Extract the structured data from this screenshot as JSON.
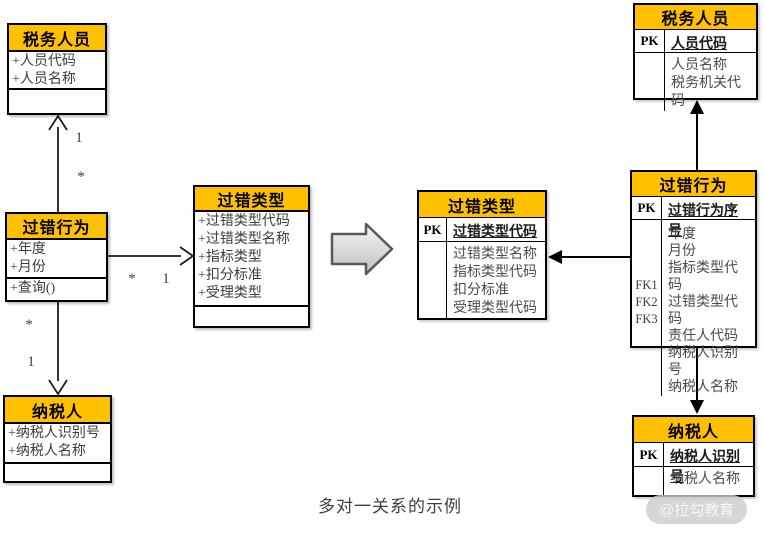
{
  "caption": "多对一关系的示例",
  "watermark": "@拉勾教育",
  "colors": {
    "header_fill": "#FFC000",
    "border": "#000000",
    "body_text": "#4a4a4a",
    "big_arrow_fill": "#e0e0e0"
  },
  "uml_classes": [
    {
      "title": "税务人员",
      "attributes": [
        "+人员代码",
        "+人员名称"
      ],
      "operations": []
    },
    {
      "title": "过错行为",
      "attributes": [
        "+年度",
        "+月份"
      ],
      "operations": [
        "+查询()"
      ]
    },
    {
      "title": "纳税人",
      "attributes": [
        "+纳税人识别号",
        "+纳税人名称"
      ],
      "operations": []
    },
    {
      "title": "过错类型",
      "attributes": [
        "+过错类型代码",
        "+过错类型名称",
        "+指标类型",
        "+扣分标准",
        "+受理类型"
      ],
      "operations": []
    }
  ],
  "associations": [
    {
      "id": "fault-behavior-to-tax-officer",
      "labels": [
        "1",
        "*"
      ]
    },
    {
      "id": "fault-behavior-to-fault-type",
      "labels": [
        "*",
        "1"
      ]
    },
    {
      "id": "fault-behavior-to-taxpayer",
      "labels": [
        "*",
        "1"
      ]
    }
  ],
  "er_tables": [
    {
      "title": "税务人员",
      "key_header": "PK",
      "primary_key": "人员代码",
      "rows": [
        {
          "key": "",
          "name": "人员名称"
        },
        {
          "key": "",
          "name": "税务机关代码"
        }
      ]
    },
    {
      "title": "过错行为",
      "key_header": "PK",
      "primary_key": "过错行为序号",
      "rows": [
        {
          "key": "",
          "name": "年度"
        },
        {
          "key": "",
          "name": "月份"
        },
        {
          "key": "",
          "name": "指标类型代码"
        },
        {
          "key": "FK1",
          "name": "过错类型代码"
        },
        {
          "key": "FK2",
          "name": "责任人代码"
        },
        {
          "key": "FK3",
          "name": "纳税人识别号"
        },
        {
          "key": "",
          "name": "纳税人名称"
        }
      ]
    },
    {
      "title": "过错类型",
      "key_header": "PK",
      "primary_key": "过错类型代码",
      "rows": [
        {
          "key": "",
          "name": "过错类型名称"
        },
        {
          "key": "",
          "name": "指标类型代码"
        },
        {
          "key": "",
          "name": "扣分标准"
        },
        {
          "key": "",
          "name": "受理类型代码"
        }
      ]
    },
    {
      "title": "纳税人",
      "key_header": "PK",
      "primary_key": "纳税人识别号",
      "rows": [
        {
          "key": "",
          "name": "纳税人名称"
        }
      ]
    }
  ]
}
